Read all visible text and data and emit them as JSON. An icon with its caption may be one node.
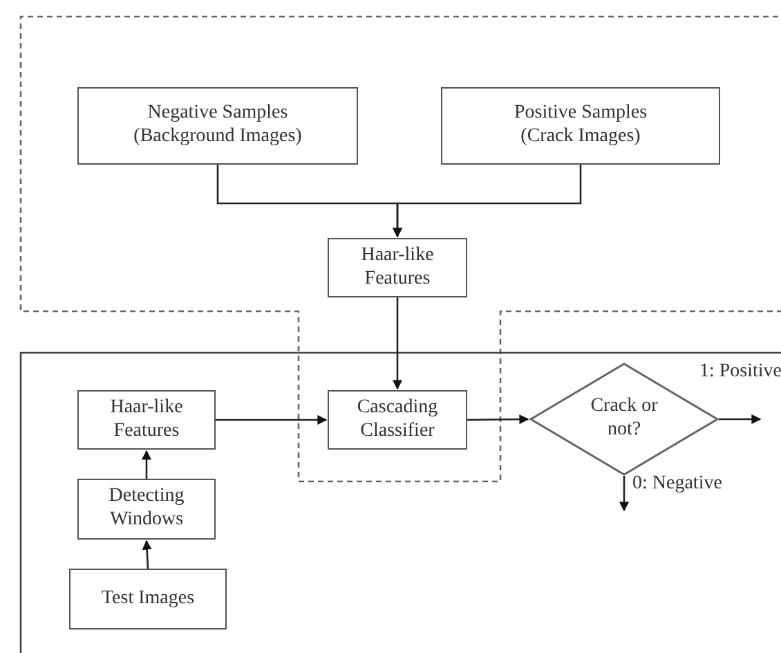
{
  "diagram": {
    "nodes": [
      {
        "text": [
          "Negative Samples (Background Images)"
        ]
      },
      {
        "text": [
          "Positive Samples (Crack Images)"
        ]
      },
      {
        "text": [
          "Haar-like Features"
        ]
      },
      {
        "text": [
          "Haar-like Features"
        ]
      },
      {
        "text": [
          "Cascading Classifier"
        ]
      },
      {
        "text": [
          "Crack or not?"
        ]
      },
      {
        "text": [
          "Detecting Windows"
        ]
      },
      {
        "text": [
          "Test Images"
        ]
      }
    ],
    "edges": [
      {
        "from": 0,
        "to": 2,
        "arrow": "to"
      },
      {
        "from": 1,
        "to": 2,
        "arrow": "to"
      },
      {
        "from": 2,
        "to": 4,
        "arrow": "to"
      },
      {
        "from": 7,
        "to": 6,
        "arrow": "to"
      },
      {
        "from": 6,
        "to": 3,
        "arrow": "to"
      },
      {
        "from": 3,
        "to": 4,
        "arrow": "to"
      },
      {
        "from": 4,
        "to": 5,
        "arrow": "to"
      },
      {
        "from": 5,
        "to": null,
        "arrow": "to",
        "label": "1: Positive"
      },
      {
        "from": 5,
        "to": null,
        "arrow": "to",
        "label": "0: Negative"
      }
    ]
  }
}
